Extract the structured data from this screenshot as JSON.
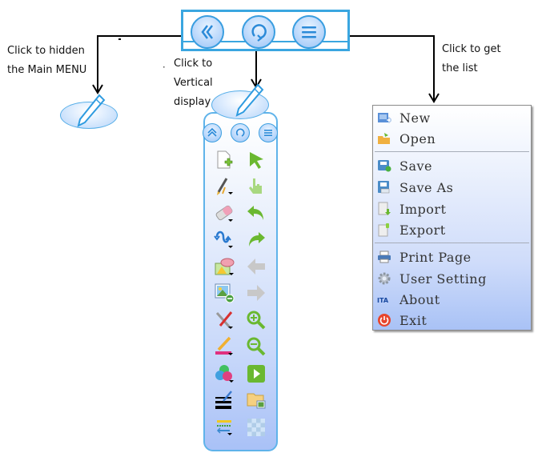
{
  "annotations": {
    "hide_menu": [
      "Click to hidden",
      "the Main MENU"
    ],
    "vertical_display": [
      "Click to",
      "Vertical",
      "display"
    ],
    "get_list": [
      "Click to get",
      "the list"
    ]
  },
  "top_toolbar": {
    "buttons": [
      {
        "name": "collapse",
        "icon": "double-chevron-left-icon"
      },
      {
        "name": "rotate",
        "icon": "rotate-icon"
      },
      {
        "name": "menu",
        "icon": "hamburger-icon"
      }
    ]
  },
  "vertical_toolbar": {
    "header_buttons": [
      {
        "name": "collapse",
        "icon": "double-chevron-up-icon"
      },
      {
        "name": "rotate",
        "icon": "rotate-icon"
      },
      {
        "name": "menu",
        "icon": "hamburger-icon"
      }
    ],
    "left_tools": [
      "new-page",
      "pen",
      "eraser",
      "curve-arrow",
      "shapes",
      "insert-image",
      "tools",
      "highlighter",
      "colors",
      "line-style",
      "line-type"
    ],
    "right_tools": [
      "select-pointer",
      "hand-pan",
      "undo",
      "redo",
      "previous-page",
      "next-page",
      "zoom-in",
      "zoom-out",
      "play",
      "open-folder",
      "background-pattern"
    ]
  },
  "menu": {
    "groups": [
      [
        {
          "label": "New",
          "icon": "new-icon"
        },
        {
          "label": "Open",
          "icon": "open-folder-icon"
        }
      ],
      [
        {
          "label": "Save",
          "icon": "save-icon"
        },
        {
          "label": "Save As",
          "icon": "save-as-icon"
        },
        {
          "label": "Import",
          "icon": "import-icon"
        },
        {
          "label": "Export",
          "icon": "export-icon"
        }
      ],
      [
        {
          "label": "Print Page",
          "icon": "print-icon"
        },
        {
          "label": "User Setting",
          "icon": "gear-icon"
        },
        {
          "label": "About",
          "icon": "ita-logo-icon"
        },
        {
          "label": "Exit",
          "icon": "power-icon"
        }
      ]
    ],
    "items": [
      "New",
      "Open",
      "Save",
      "Save As",
      "Import",
      "Export",
      "Print Page",
      "User Setting",
      "About",
      "Exit"
    ]
  },
  "colors": {
    "accent_blue": "#3aa6e0",
    "menu_gradient_end": "#a9c2f6",
    "exit_red": "#e8452c",
    "tool_green": "#6ab830"
  }
}
